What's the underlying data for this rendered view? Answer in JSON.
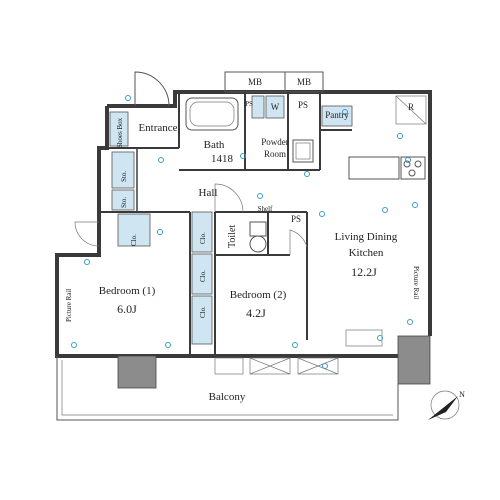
{
  "rooms": {
    "mb1": "MB",
    "mb2": "MB",
    "ps1": "PS",
    "ps2": "PS",
    "ps3": "PS",
    "pantry": "Pantry",
    "r_mark": "R",
    "shoes_box": "Shoes Box",
    "entrance": "Entrance",
    "bath_name": "Bath",
    "bath_size": "1418",
    "powder_room_1": "Powder",
    "powder_room_2": "Room",
    "w_mark": "W",
    "sto1": "Sto.",
    "sto2": "Sto.",
    "hall": "Hall",
    "toilet": "Toilet",
    "shelf": "Shelf",
    "living_1": "Living Dining",
    "living_2": "Kitchen",
    "living_size": "12.2J",
    "clo1": "Clo.",
    "clo2": "Clo.",
    "clo3": "Clo.",
    "clo4": "Clo.",
    "bedroom1_name": "Bedroom (1)",
    "bedroom1_size": "6.0J",
    "bedroom2_name": "Bedroom (2)",
    "bedroom2_size": "4.2J",
    "picture_rail_left": "Picture Rail",
    "picture_rail_right": "Picture Rail",
    "balcony": "Balcony",
    "north": "N"
  },
  "colors": {
    "wall": "#3a3a3a",
    "storage_fill": "#cfe6f2",
    "column_fill": "#8c8c8c",
    "outlet_marks": "#3a9bd0"
  }
}
